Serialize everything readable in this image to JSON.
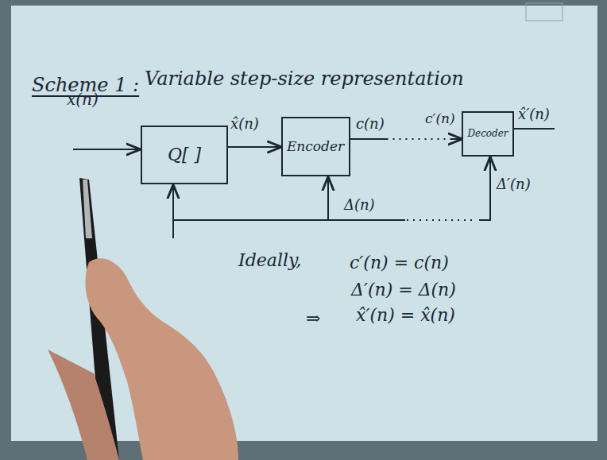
{
  "diagram": {
    "title": "Scheme 1 :",
    "nodes": [
      {
        "text": [
          "Q[ ]"
        ]
      },
      {
        "text": [
          "Encoder"
        ]
      },
      {
        "text": [
          "Decoder"
        ]
      }
    ],
    "edges": [
      {
        "from": 0,
        "to": 1,
        "arrow": "to",
        "label": "x̂(n)"
      },
      {
        "from": 1,
        "to": 2,
        "arrow": "to",
        "label": "c(n)"
      }
    ],
    "labels": [
      "Variable step-size representation",
      "x(n)",
      "c′(n)",
      "x̂′(n)",
      "Δ(n)",
      "Δ′(n)",
      "Ideally,",
      "c′(n) = c(n)",
      "Δ′(n) = Δ(n)",
      "⇒",
      "x̂′(n) = x̂(n)"
    ]
  }
}
